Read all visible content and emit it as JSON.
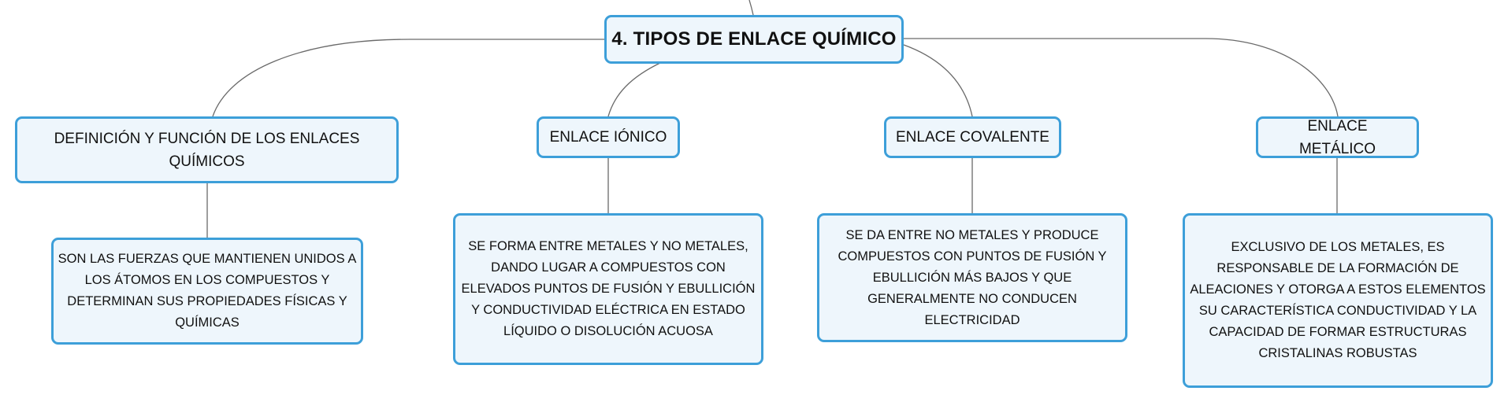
{
  "diagram": {
    "central_topic": "4. TIPOS DE ENLACE QUÍMICO",
    "topics": [
      {
        "label": "DEFINICIÓN Y FUNCIÓN DE LOS ENLACES QUÍMICOS",
        "detail": "SON LAS FUERZAS QUE MANTIENEN UNIDOS A LOS ÁTOMOS EN LOS COMPUESTOS Y DETERMINAN SUS PROPIEDADES FÍSICAS Y QUÍMICAS"
      },
      {
        "label": "ENLACE IÓNICO",
        "detail": "SE FORMA ENTRE METALES Y NO METALES, DANDO LUGAR A COMPUESTOS CON ELEVADOS PUNTOS DE FUSIÓN Y EBULLICIÓN Y CONDUCTIVIDAD ELÉCTRICA EN ESTADO LÍQUIDO O DISOLUCIÓN ACUOSA"
      },
      {
        "label": "ENLACE COVALENTE",
        "detail": "SE DA ENTRE NO METALES Y PRODUCE COMPUESTOS CON PUNTOS DE FUSIÓN Y EBULLICIÓN MÁS BAJOS Y QUE GENERALMENTE NO CONDUCEN ELECTRICIDAD"
      },
      {
        "label": "ENLACE METÁLICO",
        "detail": "EXCLUSIVO DE LOS METALES, ES RESPONSABLE DE LA FORMACIÓN DE ALEACIONES Y OTORGA A ESTOS ELEMENTOS SU CARACTERÍSTICA CONDUCTIVIDAD Y LA CAPACIDAD DE FORMAR ESTRUCTURAS CRISTALINAS ROBUSTAS"
      }
    ],
    "colors": {
      "node_border": "#3d9fd9",
      "node_fill": "#eef6fc",
      "connector": "#6a6a6a",
      "text": "#111111"
    }
  }
}
